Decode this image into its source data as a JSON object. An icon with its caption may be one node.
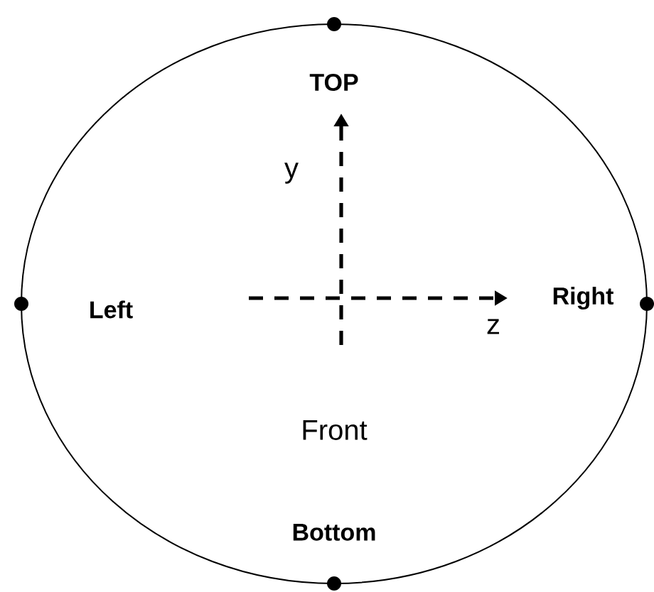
{
  "diagram": {
    "nodes": [
      {
        "text": [
          "Front"
        ]
      },
      {
        "text": [],
        "shape": "circle"
      },
      {
        "text": [],
        "shape": "circle"
      },
      {
        "text": [],
        "shape": "circle"
      },
      {
        "text": [],
        "shape": "circle"
      }
    ],
    "labels": [
      "TOP",
      "y",
      "Left",
      "Right",
      "z",
      "Bottom"
    ]
  }
}
